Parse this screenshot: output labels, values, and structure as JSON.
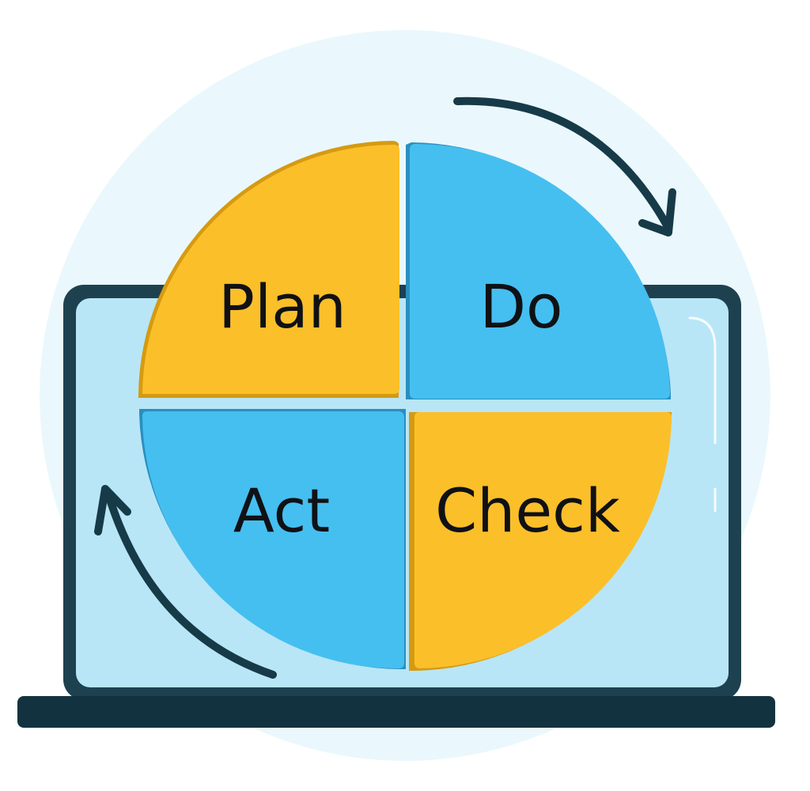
{
  "quadrants": {
    "plan": {
      "label": "Plan"
    },
    "do": {
      "label": "Do"
    },
    "act": {
      "label": "Act"
    },
    "check": {
      "label": "Check"
    }
  },
  "colors": {
    "background_circle": "#eaf8fd",
    "laptop_frame": "#1e4150",
    "laptop_screen": "#b8e6f6",
    "laptop_base": "#133240",
    "yellow_quadrant": "#fbbf2a",
    "yellow_quadrant_edge": "#d69a12",
    "blue_quadrant": "#45bff0",
    "blue_quadrant_edge": "#2a8fbf",
    "arrow": "#163a48",
    "label_text": "#0f1115"
  },
  "icons": {
    "cycle_arrow_top": "clockwise-arrow-icon",
    "cycle_arrow_bottom": "clockwise-arrow-icon"
  }
}
